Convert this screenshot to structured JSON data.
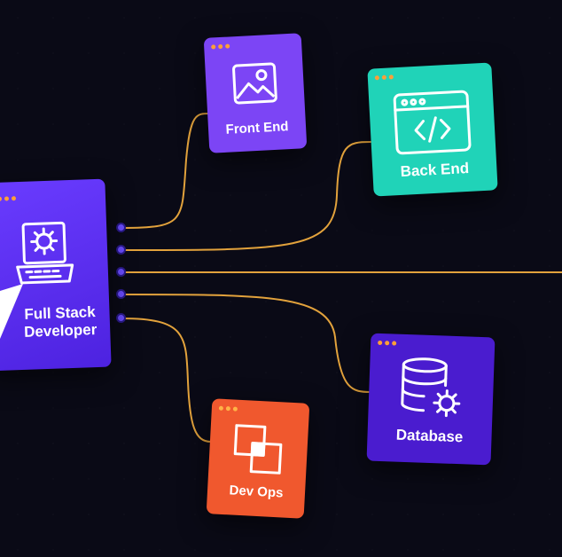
{
  "hub": {
    "label_line1": "Full Stack",
    "label_line2": "Developer",
    "icon": "laptop-gear-icon",
    "color": "#5b2ff0"
  },
  "nodes": [
    {
      "id": "front-end",
      "label": "Front End",
      "icon": "image-icon",
      "color": "#7c45f5"
    },
    {
      "id": "back-end",
      "label": "Back End",
      "icon": "code-window-icon",
      "color": "#20d3b8"
    },
    {
      "id": "database",
      "label": "Database",
      "icon": "database-gear-icon",
      "color": "#4a1ccf"
    },
    {
      "id": "dev-ops",
      "label": "Dev Ops",
      "icon": "overlapping-squares-icon",
      "color": "#f0582e"
    }
  ],
  "connector_color": "#e2a23c",
  "window_dot_color": "#ff9f38"
}
